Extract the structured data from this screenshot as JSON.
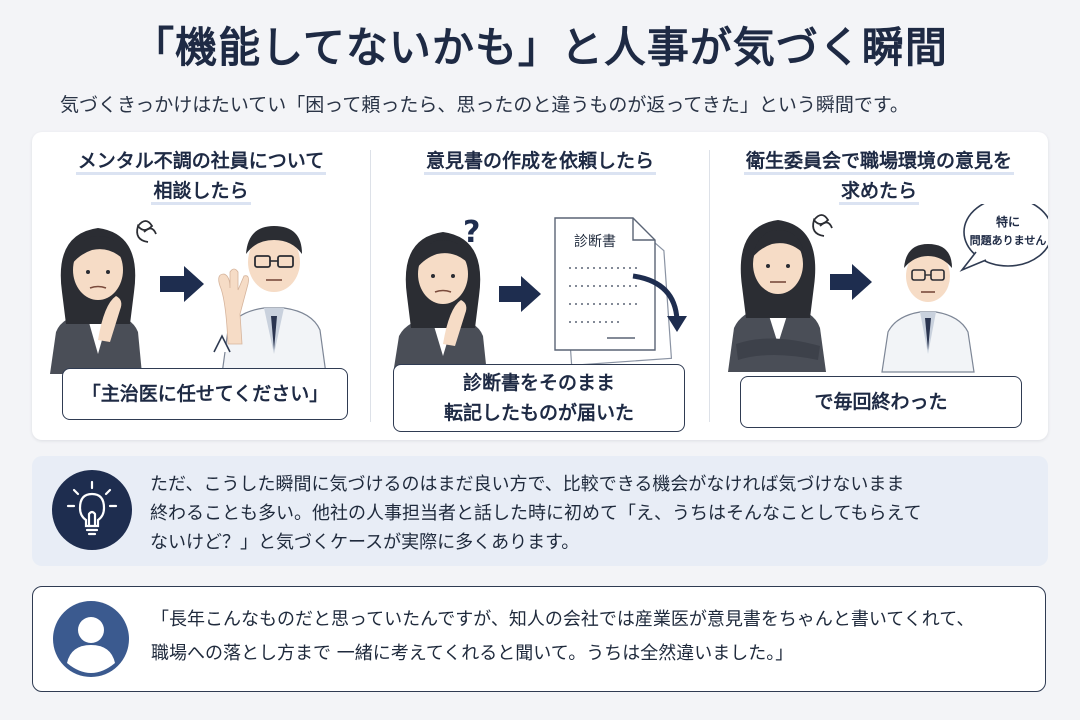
{
  "title": "「機能してないかも」と人事が気づく瞬間",
  "lead": "気づくきっかけはたいてい「困って頼ったら、思ったのと違うものが返ってきた」という瞬間です。",
  "cases": [
    {
      "title_line1": "メンタル不調の社員について",
      "title_line2": "相談したら",
      "result": "「主治医に任せてください」"
    },
    {
      "title_line1": "意見書の作成を依頼したら",
      "document_label": "診断書",
      "result_line1": "診断書をそのまま",
      "result_line2": "転記したものが届いた"
    },
    {
      "title_line1": "衛生委員会で職場環境の意見を",
      "title_line2": "求めたら",
      "speech_line1": "特に",
      "speech_line2": "問題ありません",
      "result": "で毎回終わった"
    }
  ],
  "tip": {
    "line1": "ただ、こうした瞬間に気づけるのはまだ良い方で、比較できる機会がなければ気づけないまま",
    "line2": "終わることも多い。他社の人事担当者と話した時に初めて「え、うちはそんなことしてもらえて",
    "line3": "ないけど？」と気づくケースが実際に多くあります。"
  },
  "quote": {
    "line1": "「長年こんなものだと思っていたんですが、知人の会社では産業医が意見書をちゃんと書いてくれて、",
    "line2": "職場への落とし方まで 一緒に考えてくれると聞いて。うちは全然違いました。」"
  },
  "colors": {
    "navy": "#1e2d4f",
    "tip_background": "#e8edf6",
    "page_background": "#f3f4f7"
  },
  "icons": [
    "confused-icon",
    "question-mark-icon",
    "right-arrow-icon",
    "document-icon",
    "lightbulb-icon",
    "user-avatar-icon"
  ]
}
